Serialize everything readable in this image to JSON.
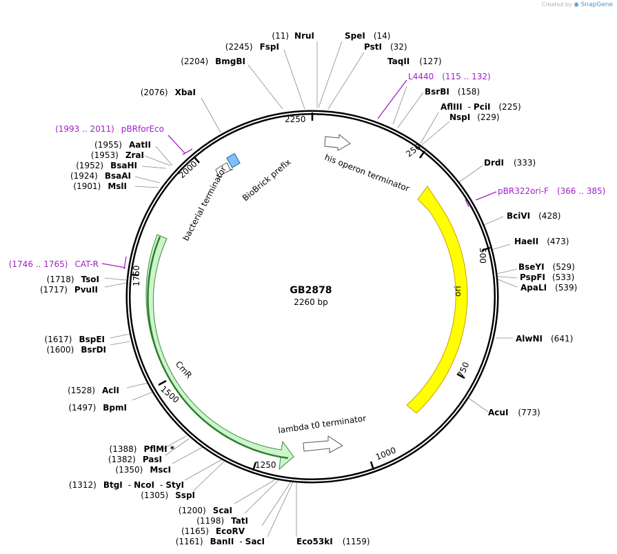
{
  "credit": {
    "prefix": "Created by",
    "brand": "SnapGene"
  },
  "map": {
    "name": "GB2878",
    "length_label": "2260 bp",
    "ticks": [
      "250",
      "500",
      "750",
      "1000",
      "1250",
      "1500",
      "1750",
      "2000",
      "2250"
    ]
  },
  "features": [
    {
      "name": "ori",
      "color": "#ffff00"
    },
    {
      "name": "CmR",
      "color": "#c8f5c8"
    },
    {
      "name": "his operon terminator",
      "color": "#ffffff"
    },
    {
      "name": "lambda t0 terminator",
      "color": "#ffffff"
    },
    {
      "name": "bacterial terminator",
      "color": "#ffffff"
    },
    {
      "name": "BioBrick prefix",
      "color": "#7fbfff"
    }
  ],
  "primers": [
    {
      "pos": "(115 .. 132)",
      "name": "L4440"
    },
    {
      "pos": "(366 .. 385)",
      "name": "pBR322ori-F"
    },
    {
      "pos": "(1746 .. 1765)",
      "name": "CAT-R"
    },
    {
      "pos": "(1993 .. 2011)",
      "name": "pBRforEco"
    }
  ],
  "sites": [
    {
      "pos": "(11)",
      "name": "NruI"
    },
    {
      "name": "SpeI",
      "pos": "(14)"
    },
    {
      "name": "PstI",
      "pos": "(32)"
    },
    {
      "name": "TaqII",
      "pos": "(127)"
    },
    {
      "name": "BsrBI",
      "pos": "(158)"
    },
    {
      "name": "AflIII",
      "sep": "-",
      "name2": "PciI",
      "pos": "(225)"
    },
    {
      "name": "NspI",
      "pos": "(229)"
    },
    {
      "name": "DrdI",
      "pos": "(333)"
    },
    {
      "name": "BciVI",
      "pos": "(428)"
    },
    {
      "name": "HaeII",
      "pos": "(473)"
    },
    {
      "name": "BseYI",
      "pos": "(529)"
    },
    {
      "name": "PspFI",
      "pos": "(533)"
    },
    {
      "name": "ApaLI",
      "pos": "(539)"
    },
    {
      "name": "AlwNI",
      "pos": "(641)"
    },
    {
      "name": "AcuI",
      "pos": "(773)"
    },
    {
      "name": "Eco53kI",
      "pos": "(1159)"
    },
    {
      "pos": "(1161)",
      "name": "BanII",
      "sep": "-",
      "name2": "SacI"
    },
    {
      "pos": "(1165)",
      "name": "EcoRV"
    },
    {
      "pos": "(1198)",
      "name": "TatI"
    },
    {
      "pos": "(1200)",
      "name": "ScaI"
    },
    {
      "pos": "(1305)",
      "name": "SspI"
    },
    {
      "pos": "(1312)",
      "name": "BtgI",
      "sep": "-",
      "name2": "NcoI",
      "sep2": "-",
      "name3": "StyI"
    },
    {
      "pos": "(1350)",
      "name": "MscI"
    },
    {
      "pos": "(1382)",
      "name": "PasI"
    },
    {
      "pos": "(1388)",
      "name": "PflMI *"
    },
    {
      "pos": "(1497)",
      "name": "BpmI"
    },
    {
      "pos": "(1528)",
      "name": "AclI"
    },
    {
      "pos": "(1600)",
      "name": "BsrDI"
    },
    {
      "pos": "(1617)",
      "name": "BspEI"
    },
    {
      "pos": "(1717)",
      "name": "PvuII"
    },
    {
      "pos": "(1718)",
      "name": "TsoI"
    },
    {
      "pos": "(1901)",
      "name": "MslI"
    },
    {
      "pos": "(1924)",
      "name": "BsaAI"
    },
    {
      "pos": "(1952)",
      "name": "BsaHI"
    },
    {
      "pos": "(1953)",
      "name": "ZraI"
    },
    {
      "pos": "(1955)",
      "name": "AatII"
    },
    {
      "pos": "(2076)",
      "name": "XbaI"
    },
    {
      "pos": "(2204)",
      "name": "BmgBI"
    },
    {
      "pos": "(2245)",
      "name": "FspI"
    }
  ]
}
